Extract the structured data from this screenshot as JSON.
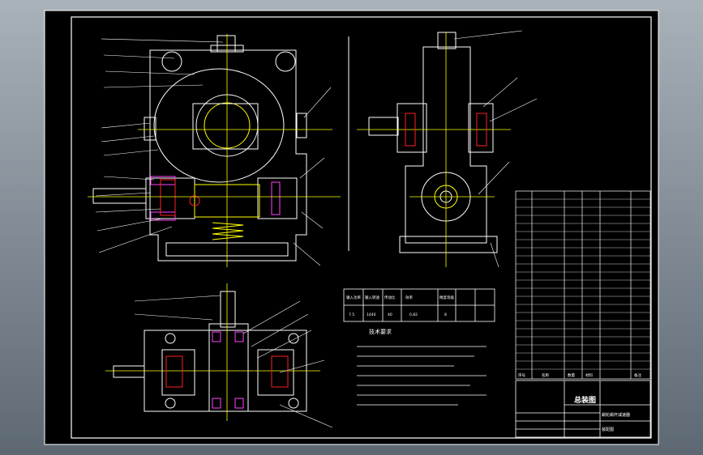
{
  "drawing": {
    "title": "总装图",
    "subtitle": "蜗轮蜗杆减速器",
    "subtitle2": "装配图",
    "tech_requirements_title": "技术要求",
    "table_header": [
      "输入功率",
      "输入转速",
      "传动比",
      "效率",
      "精度等级"
    ],
    "table_values": [
      "7.5",
      "1440",
      "40",
      "0.82",
      "8"
    ],
    "bom_header": [
      "序号",
      "名称",
      "数量",
      "材料",
      "备注"
    ]
  },
  "colors": {
    "background": "#000000",
    "frame": "#ffffff",
    "yellow": "#ffff00",
    "red": "#ff2020",
    "green": "#00ff00",
    "magenta": "#ff40ff"
  }
}
